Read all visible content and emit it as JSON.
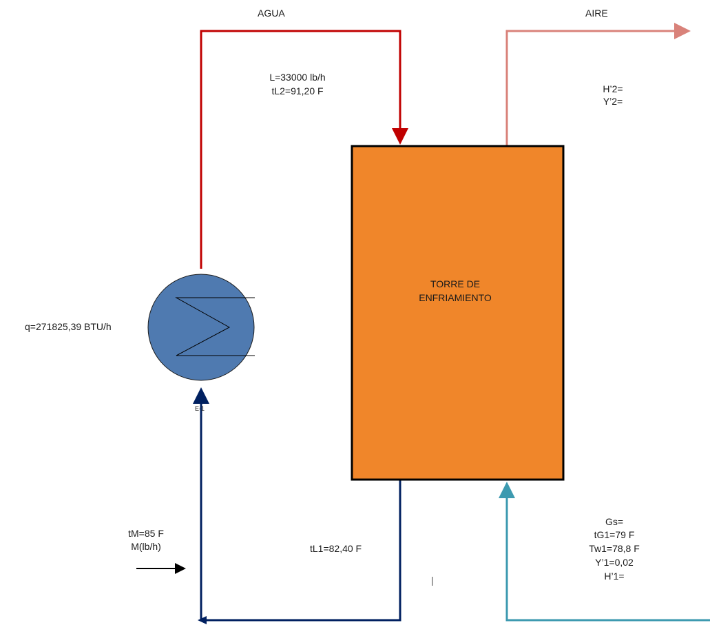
{
  "streams": {
    "agua_label": "AGUA",
    "aire_label": "AIRE",
    "water_in": {
      "flow": "L=33000 lb/h",
      "temp": "tL2=91,20 F"
    },
    "air_out": {
      "enthalpy": "H’2=",
      "humidity": "Y’2="
    },
    "water_out": {
      "temp": "tL1=82,40 F"
    },
    "makeup": {
      "temp": "tM=85 F",
      "flow": "M(lb/h)"
    },
    "air_in": {
      "gs": "Gs=",
      "tg1": "tG1=79 F",
      "tw1": "Tw1=78,8 F",
      "y1": "Y’1=0,02",
      "h1": "H’1="
    },
    "stray_mark": "|"
  },
  "tower": {
    "line1": "TORRE DE",
    "line2": "ENFRIAMIENTO"
  },
  "exchanger": {
    "heat_duty": "q=271825,39 BTU/h",
    "tag": "E-1"
  },
  "colors": {
    "hot_water": "#c00000",
    "cold_water": "#002060",
    "air_out": "#d9827a",
    "air_in": "#3d9ab0",
    "tower_fill": "#f0862a",
    "exchanger_fill": "#4f7ab0",
    "makeup_arrow": "#000000"
  }
}
